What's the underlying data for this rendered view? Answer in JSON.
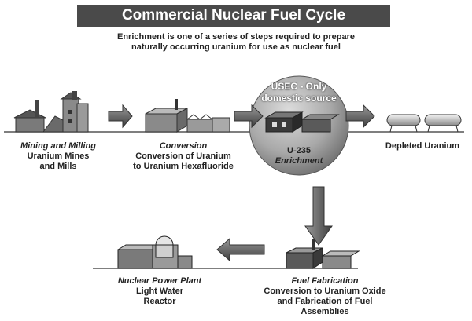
{
  "header": {
    "title": "Commercial Nuclear Fuel Cycle",
    "subtitle_line1": "Enrichment is one of a series of steps required to prepare",
    "subtitle_line2": "naturally occurring uranium for use as nuclear fuel"
  },
  "steps": {
    "mining": {
      "title": "Mining and Milling",
      "line1": "Uranium Mines",
      "line2": "and Mills"
    },
    "conversion": {
      "title": "Conversion",
      "line1": "Conversion of Uranium",
      "line2": "to Uranium Hexafluoride"
    },
    "enrichment": {
      "source_line1": "USEC - Only",
      "source_line2": "domestic source",
      "label": "U-235",
      "title": "Enrichment"
    },
    "depleted": {
      "title": "Depleted Uranium"
    },
    "power_plant": {
      "title": "Nuclear Power Plant",
      "line1": "Light Water",
      "line2": "Reactor"
    },
    "fabrication": {
      "title": "Fuel Fabrication",
      "line1": "Conversion to Uranium Oxide",
      "line2": "and Fabrication of Fuel",
      "line3": "Assemblies"
    }
  }
}
